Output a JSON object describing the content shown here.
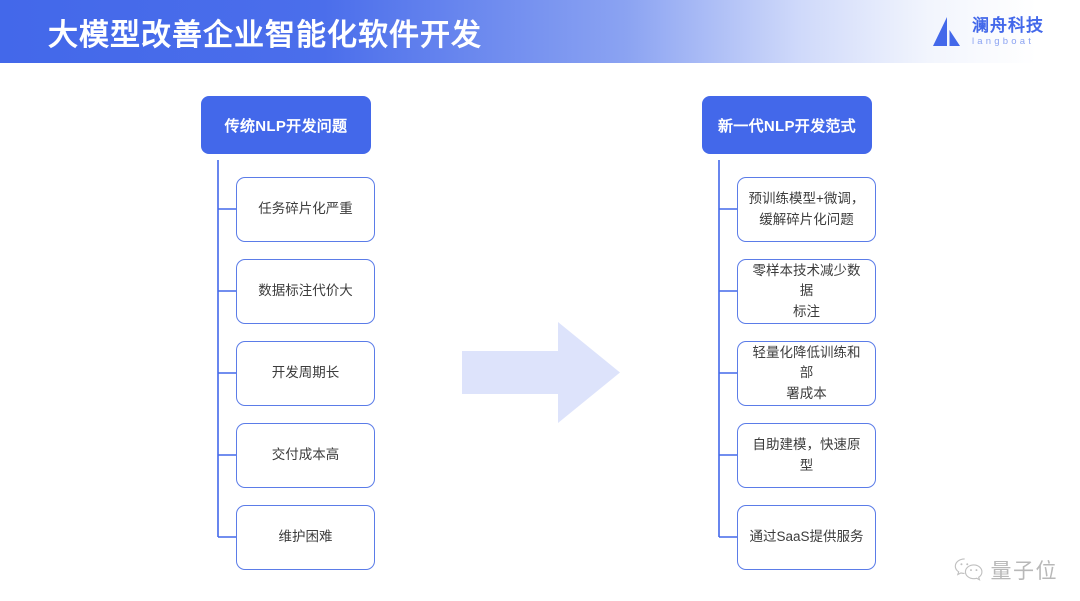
{
  "header": {
    "title": "大模型改善企业智能化软件开发",
    "brand_cn": "澜舟科技",
    "brand_en": "langboat",
    "brand_color": "#4368ea",
    "gradient_from": "#4368ea",
    "gradient_to": "#ffffff"
  },
  "diagram": {
    "type": "two-column-comparison",
    "arrow_color": "#dde3fb",
    "left": {
      "head": "传统NLP开发问题",
      "items": [
        "任务碎片化严重",
        "数据标注代价大",
        "开发周期长",
        "交付成本高",
        "维护困难"
      ]
    },
    "right": {
      "head": "新一代NLP开发范式",
      "items": [
        "预训练模型+微调，\n缓解碎片化问题",
        "零样本技术减少数据\n标注",
        "轻量化降低训练和部\n署成本",
        "自助建模，快速原型",
        "通过SaaS提供服务"
      ]
    },
    "node_head_color": "#4368ea",
    "node_border_color": "#5b7ce8",
    "node_text_color": "#3c3c3c"
  },
  "watermark": {
    "text": "量子位",
    "icon": "wechat-icon",
    "color": "#8e8e8e"
  }
}
